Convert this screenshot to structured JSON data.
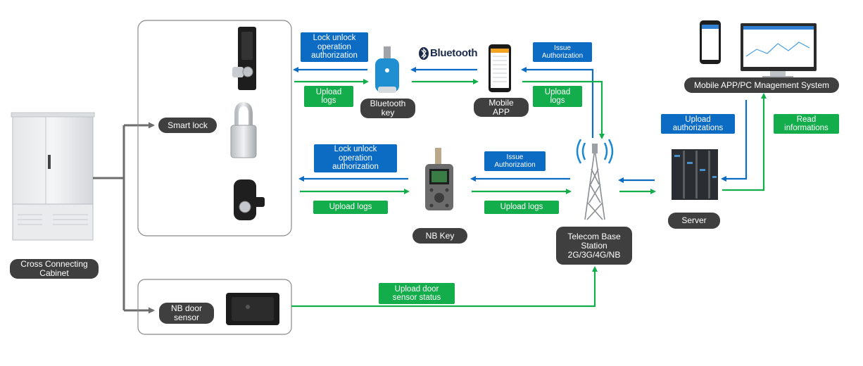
{
  "nodes": {
    "cabinet": "Cross Connecting\nCabinet",
    "smart_lock": "Smart lock",
    "nb_door_sensor": "NB door\nsensor",
    "bluetooth_key": "Bluetooth\nkey",
    "mobile_app": "Mobile\nAPP",
    "nb_key": "NB Key",
    "telecom_base_station": "Telecom Base\nStation\n2G/3G/4G/NB",
    "server": "Server",
    "management_system": "Mobile APP/PC Mnagement System"
  },
  "brand": {
    "bluetooth": "Bluetooth"
  },
  "flows": {
    "bt_lock_auth": "Lock unlock\noperation\nauthorization",
    "bt_upload_logs": "Upload\nlogs",
    "app_issue_auth": "Issue\nAuthorization",
    "app_upload_logs": "Upload\nlogs",
    "nb_lock_auth": "Lock unlock\noperation\nauthorization",
    "nb_upload_logs": "Upload logs",
    "station_issue_auth": "Issue\nAuthorization",
    "station_upload_logs": "Upload logs",
    "door_sensor_status": "Upload door\nsensor status",
    "upload_authorizations": "Upload\nauthorizations",
    "read_informations": "Read\ninformations"
  },
  "colors": {
    "blue": "#0c6bc3",
    "green": "#14ad4b",
    "gray_line": "#6d6d6d",
    "label_bg": "#3f3f3f"
  }
}
